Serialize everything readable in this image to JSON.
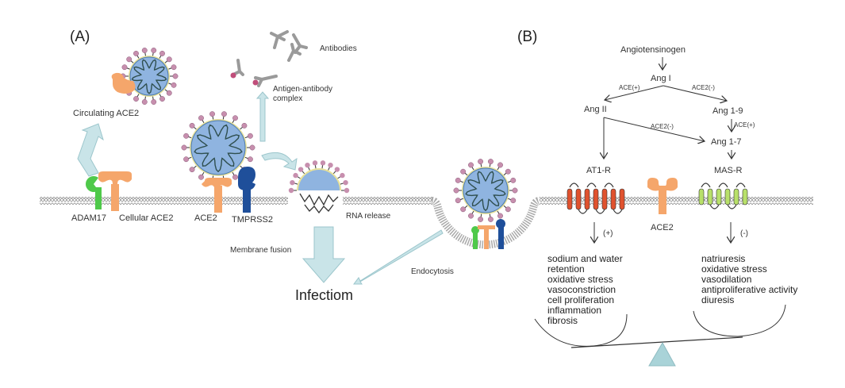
{
  "panels": {
    "a": {
      "label": "(A)",
      "labels": {
        "antibodies": "Antibodies",
        "antigen_antibody_1": "Antigen-antibody",
        "antigen_antibody_2": "complex",
        "circulating_ace2": "Circulating ACE2",
        "adam17": "ADAM17",
        "cellular_ace2": "Cellular ACE2",
        "ace2": "ACE2",
        "tmprss2": "TMPRSS2",
        "rna_release": "RNA release",
        "membrane_fusion": "Membrane fusion",
        "infection": "Infectiom",
        "endocytosis": "Endocytosis"
      }
    },
    "b": {
      "label": "(B)",
      "pathway": {
        "angiotensinogen": "Angiotensinogen",
        "ang1": "Ang I",
        "ang2": "Ang II",
        "ang19": "Ang 1-9",
        "ang17": "Ang 1-7",
        "ace_plus_left": "ACE(+)",
        "ace2_minus_right": "ACE2(-)",
        "ace2_minus_mid": "ACE2(-)",
        "ace_plus_19": "ACE(+)"
      },
      "receptors": {
        "at1r": "AT1-R",
        "ace2": "ACE2",
        "masr": "MAS-R"
      },
      "signs": {
        "at1r": "(+)",
        "masr": "(-)"
      },
      "effects_left": [
        "sodium and water",
        "retention",
        "oxidative stress",
        "vasoconstriction",
        "cell proliferation",
        "inflammation",
        "fibrosis"
      ],
      "effects_right": [
        "natriuresis",
        "oxidative stress",
        "vasodilation",
        "antiproliferative activity",
        "diuresis"
      ]
    }
  },
  "colors": {
    "virus_fill": "#8fb4e0",
    "virus_ring": "#e8e29a",
    "spike": "#c78fae",
    "rna": "#2f4f4f",
    "ace2": "#f5a66b",
    "adam17": "#4fc94a",
    "tmprss2": "#1f4f9a",
    "at1r": "#e0522e",
    "masr": "#b8e06a",
    "arrow": "#c9e4e8",
    "arrow_stroke": "#9cc6cc",
    "membrane": "#a8a8a8",
    "fulcrum": "#a9d3d8"
  }
}
